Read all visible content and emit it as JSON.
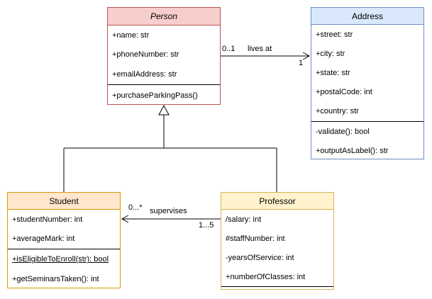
{
  "diagram": {
    "background": "#ffffff",
    "line_color": "#000000",
    "classes": {
      "person": {
        "title": "Person",
        "abstract": true,
        "header_fill": "#f8cecc",
        "border_color": "#b85450",
        "attributes": [
          "+name: str",
          "+phoneNumber: str",
          "+emailAddress: str"
        ],
        "methods": [
          "+purchaseParkingPass()"
        ]
      },
      "address": {
        "title": "Address",
        "abstract": false,
        "header_fill": "#dae8fc",
        "border_color": "#6c8ebf",
        "attributes": [
          "+street: str",
          "+city: str",
          "+state: str",
          "+postalCode: int",
          "+country: str"
        ],
        "methods": [
          "-validate(): bool",
          "+outputAsLabel(): str"
        ]
      },
      "student": {
        "title": "Student",
        "abstract": false,
        "header_fill": "#ffe6cc",
        "border_color": "#d79b00",
        "attributes": [
          "+studentNumber: int",
          "+averageMark: int"
        ],
        "methods": [
          "+isEligibleToEnroll(str): bool",
          "+getSeminarsTaken(): int"
        ],
        "static_methods": [
          "+isEligibleToEnroll(str): bool"
        ]
      },
      "professor": {
        "title": "Professor",
        "abstract": false,
        "header_fill": "#fff2cc",
        "border_color": "#d6b656",
        "attributes": [
          "/salary: int",
          "#staffNumber: int",
          "-yearsOfService: int",
          "+numberOfClasses: int"
        ],
        "methods": []
      }
    },
    "relationships": {
      "lives_at": {
        "type": "directed-association",
        "from": "Person",
        "to": "Address",
        "label": "lives at",
        "from_multiplicity": "0..1",
        "to_multiplicity": "1"
      },
      "supervises": {
        "type": "directed-association",
        "from": "Professor",
        "to": "Student",
        "label": "supervises",
        "from_multiplicity": "1...5",
        "to_multiplicity": "0...*"
      },
      "generalization": {
        "type": "inheritance",
        "parent": "Person",
        "children": [
          "Student",
          "Professor"
        ]
      }
    }
  }
}
